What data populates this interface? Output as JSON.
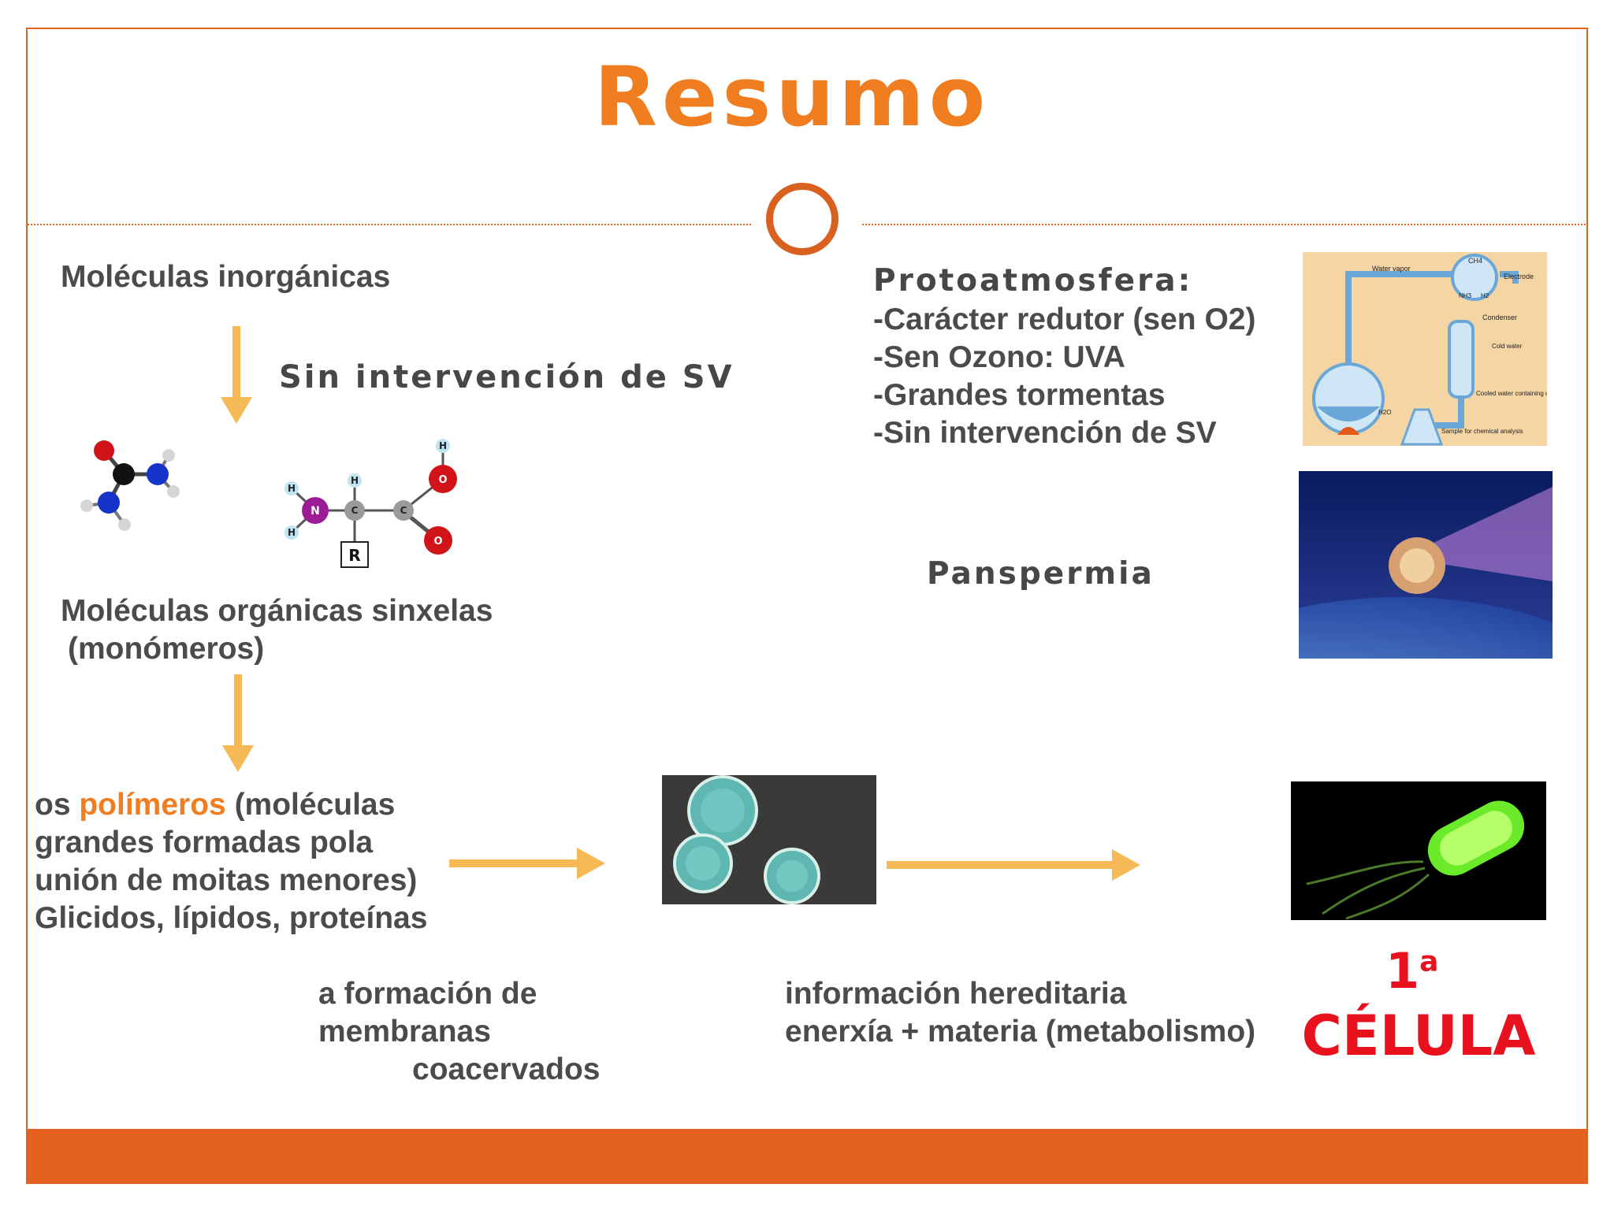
{
  "title": "Resumo",
  "left": {
    "inorganic": "Moléculas inorgánicas",
    "no_sv": "Sin intervención de SV",
    "organic_line1": "Moléculas orgánicas sinxelas",
    "organic_line2": "(monómeros)",
    "polymers_prefix": "os ",
    "polymers_word": "polímeros",
    "polymers_rest": " (moléculas",
    "polymers_line2": "grandes formadas pola",
    "polymers_line3": "unión de moitas menores)",
    "polymers_line4": "Glicidos, lípidos, proteínas"
  },
  "right": {
    "protoatmosphere_title": "Protoatmosfera:",
    "bullets": [
      "-Carácter redutor (sen O2)",
      "-Sen Ozono: UVA",
      "-Grandes tormentas",
      "-Sin intervención de SV"
    ],
    "panspermia": "Panspermia"
  },
  "bottom": {
    "membranes_line1": "a formación de",
    "membranes_line2": "membranas",
    "membranes_line3": "coacervados",
    "info_line1": "información hereditaria",
    "info_line2": "enerxía  + materia (metabolismo)",
    "cell_number": "1",
    "cell_superscript": "a",
    "cell_word": "CÉLULA"
  },
  "molecule_labels": {
    "atom_h": "H",
    "atom_n": "N",
    "atom_c": "C",
    "atom_o": "O",
    "group_r": "R"
  },
  "miller_labels": {
    "water_vapor": "Water vapor",
    "ch4": "CH4",
    "electrode": "Electrode",
    "nh3": "NH3",
    "h2": "H2",
    "condenser": "Condenser",
    "cold_water": "Cold water",
    "cooled_water": "Cooled water containing organic compounds",
    "h2o": "H2O",
    "sample": "Sample for chemical analysis"
  },
  "colors": {
    "accent": "#f07d1f",
    "frame": "#e0651f",
    "bar": "#e3621f",
    "arrow": "#f5b955",
    "cell_red": "#e8121e"
  }
}
